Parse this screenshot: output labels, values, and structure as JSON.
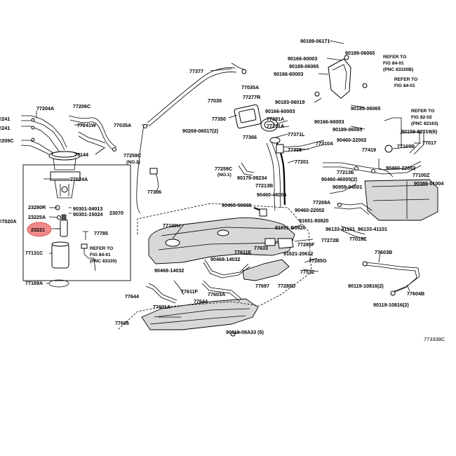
{
  "diagram": {
    "highlight_color": "#f08a8a",
    "figure_number": "773338C",
    "labels": {
      "p90189_06171": "90189-06171",
      "p90166_60003_a": "90166-60003",
      "p90189_06065_a": "90189-06065",
      "p90189_06065_b": "90189-06065",
      "p90166_60003_b": "90166-60003",
      "p90183_06019": "90183-06019",
      "p90166_60003_c": "90166-60003",
      "p90189_06065_c": "90189-06065",
      "p90166_60003_d": "90166-60003",
      "p90189_06065_d": "90189-06065",
      "p77377": "77377",
      "p77035a": "77035A",
      "p77277r": "77277R",
      "p77035": "77035",
      "p77204a": "77204A",
      "p77206c": "77206C",
      "p241n_a": "!241",
      "p241n_b": "!241",
      "p77241w": "77241W",
      "p209c": "!209C",
      "p77035a_b": "77035A",
      "p77350": "77350",
      "p77391a": "77391A",
      "p77291a": "77291A",
      "p90269_06017": "90269-06017(2)",
      "p77366": "77366",
      "p77371l": "77371L",
      "p77310a": "77310A",
      "p77316": "77316",
      "p77144": "77144",
      "p77259c": "77259C",
      "p77259c_no2": "(NO.2)",
      "p77024a": "77024A",
      "p77306": "77306",
      "p77201": "77201",
      "p77259c_b": "77259C",
      "p77259c_no1": "(NO.1)",
      "p90179_08234": "90179-08234",
      "p77213b": "77213B",
      "p90460_46006": "90460-46006",
      "p90460_50008": "90460-50008",
      "p23280r": "23280R",
      "p90301_04013": "90301-04013",
      "p90301_15024": "90301-15024",
      "p23070": "23070",
      "p23225a": "23225A",
      "p77020a": "!7020A",
      "p23221": "23221",
      "p77785": "77785",
      "p77131c": "77131C",
      "refer_a1": "REFER TO",
      "refer_a2": "FIG 84-01",
      "refer_a3": "(PNC 83320)",
      "p77169a": "77169A",
      "p77100u": "77100U",
      "p91651_80820_a": "91651-80820",
      "p91651_80820_b": "91651-B0820",
      "p77633": "77633",
      "p77611e": "77611E",
      "p77285f": "77285F",
      "p77272b": "77272B",
      "p90468_14032_a": "90468-14032",
      "p90468_14032_b": "90468-14032",
      "p91621_20612": "91621-20612",
      "p77285g": "77285G",
      "p77512": "77512",
      "p77697": "77697",
      "p77285d": "77285D",
      "p77644_a": "77644",
      "p77611f": "77611F",
      "p77644_b": "77644",
      "p77603a": "77603A",
      "p77601a": "77601A",
      "p77606": "77606",
      "p90119_08a33": "90119-08A33 (5)",
      "refer_b1": "REFER TO",
      "refer_b2": "FIG 84-01",
      "refer_b3": "(PNC 83320B)",
      "refer_c1": "REFER TO",
      "refer_c2": "FIG 84-01",
      "refer_d1": "REFER TO",
      "refer_d2": "FIG 82-02",
      "refer_d3": "(PNC 82163)",
      "p90159_52019": "90159-52019(6)",
      "p90460_22002_a": "90460-22002",
      "p77419": "77419",
      "p77169b": "77169B",
      "p77017": "77017",
      "p77213e": "77213E",
      "p90460_46005": "90460-46005(2)",
      "p90460_22002_b": "90460-22002",
      "p77100z": "77100Z",
      "p90386_01004": "90386-01004",
      "p90959_04001": "90959-04001",
      "p77269a": "77269A",
      "p90460_22002_c": "90460-22002",
      "p96133_41101": "96133-41101",
      "p96133_41101_b": "96133-41101",
      "p77018e": "77018E",
      "p77603b": "77603B",
      "p77604b": "77604B",
      "p90119_10816_a": "90119-10816(2)",
      "p90119_10816_b": "90119-10816(2)"
    }
  }
}
